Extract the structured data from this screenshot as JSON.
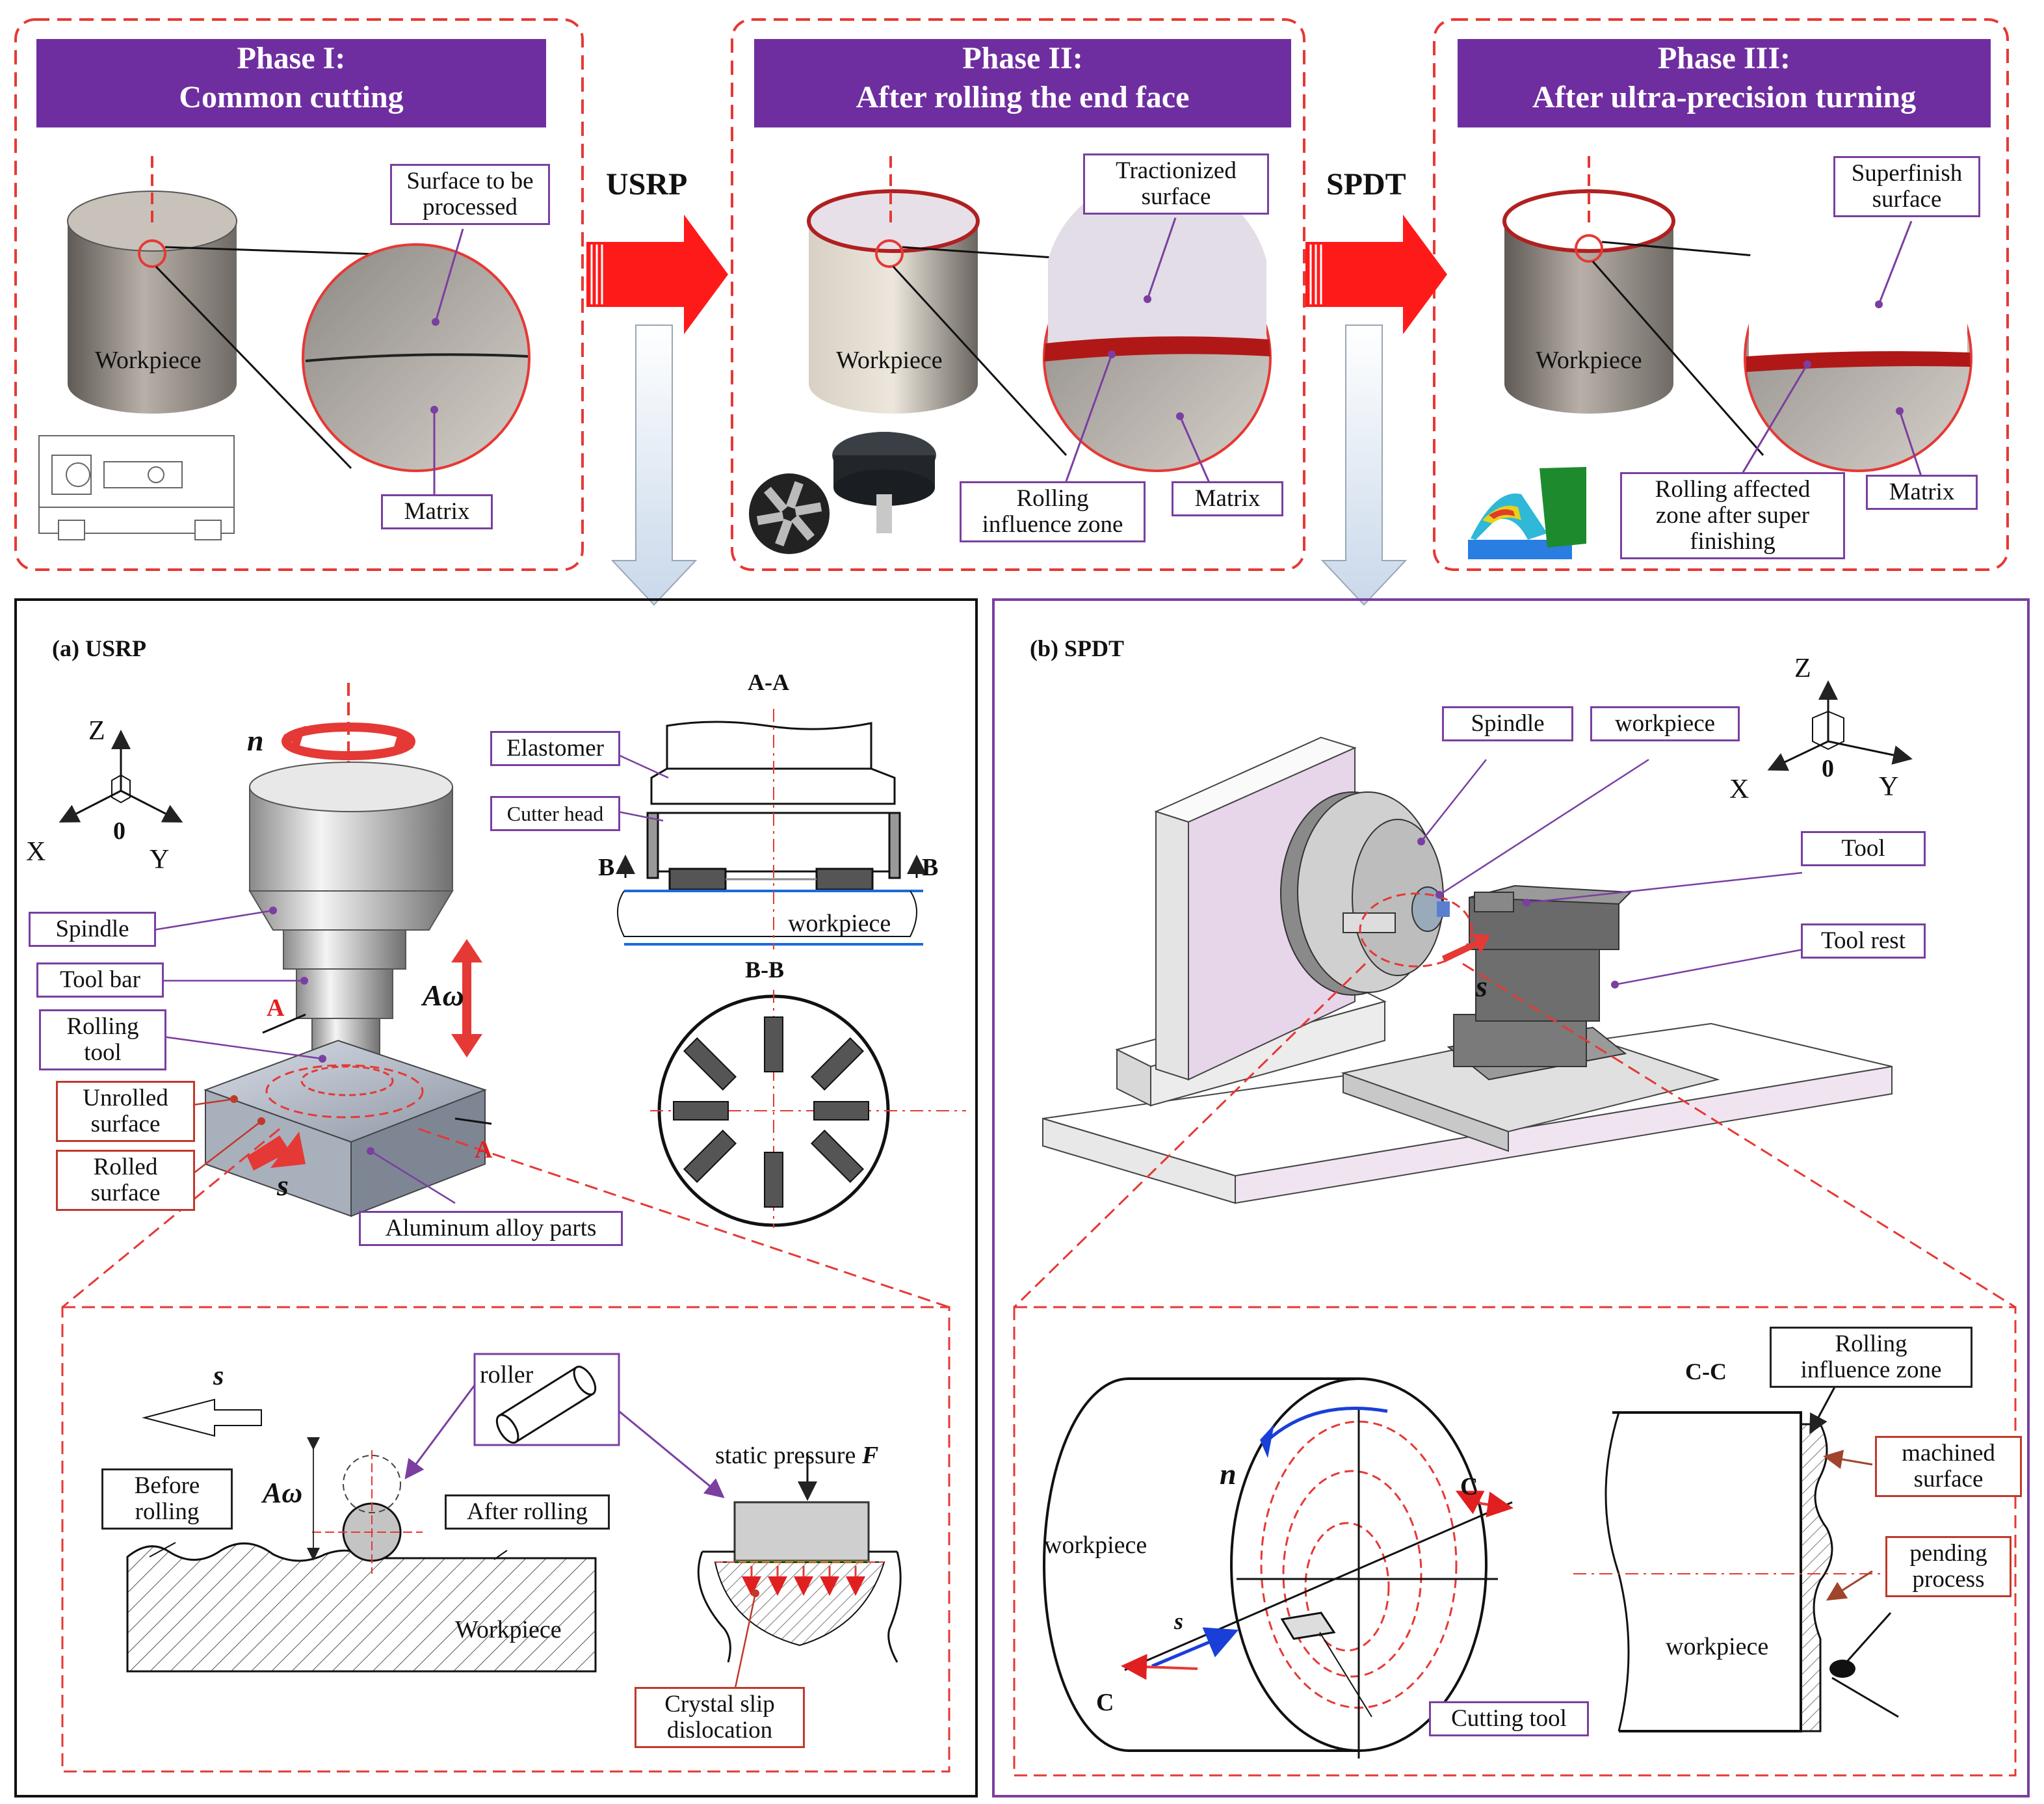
{
  "phases": [
    {
      "title": "Phase I:\nCommon cutting",
      "workpiece": "Workpiece",
      "top_label": "Surface to be\nprocessed",
      "bottom_label": "Matrix"
    },
    {
      "title": "Phase II:\nAfter rolling the end face",
      "workpiece": "Workpiece",
      "top_label": "Tractionized\nsurface",
      "zone_label": "Rolling\ninfluence zone",
      "bottom_label": "Matrix"
    },
    {
      "title": "Phase III:\nAfter ultra-precision turning",
      "workpiece": "Workpiece",
      "top_label": "Superfinish\nsurface",
      "zone_label": "Rolling affected\nzone after super\nfinishing",
      "bottom_label": "Matrix"
    }
  ],
  "process_arrows": {
    "first": "USRP",
    "second": "SPDT"
  },
  "usrp": {
    "title": "(a) USRP",
    "n": "n",
    "axis_z": "Z",
    "axis_x": "X",
    "axis_y": "Y",
    "axis_o": "0",
    "spindle": "Spindle",
    "tool_bar": "Tool bar",
    "rolling_tool": "Rolling\ntool",
    "unrolled": "Unrolled\nsurface",
    "rolled": "Rolled\nsurface",
    "parts": "Aluminum alloy parts",
    "s": "s",
    "a_omega": "Aω",
    "a_mark": "A",
    "section_aa": "A-A",
    "elastomer": "Elastomer",
    "cutter_head": "Cutter head",
    "b_mark": "B",
    "workpiece": "workpiece",
    "section_bb": "B-B",
    "detail": {
      "s": "s",
      "roller": "roller",
      "static_pressure": "static pressure ",
      "static_f": "F",
      "a_omega": "Aω",
      "before": "Before\nrolling",
      "after": "After rolling",
      "workpiece": "Workpiece",
      "crystal": "Crystal slip\ndislocation"
    }
  },
  "spdt": {
    "title": "(b) SPDT",
    "axis_z": "Z",
    "axis_x": "X",
    "axis_y": "Y",
    "axis_o": "0",
    "spindle": "Spindle",
    "workpiece": "workpiece",
    "tool": "Tool",
    "tool_rest": "Tool rest",
    "s": "s",
    "detail": {
      "n": "n",
      "c_mark": "C",
      "workpiece": "workpiece",
      "s": "s",
      "cutting_tool": "Cutting tool",
      "section_cc": "C-C",
      "rolling_zone": "Rolling\ninfluence zone",
      "machined": "machined\nsurface",
      "pending": "pending\nprocess",
      "cc_workpiece": "workpiece"
    }
  },
  "colors": {
    "purple": "#6f2ea0",
    "red_dash": "#e53935",
    "arrow_red": "#ff1a1a",
    "label_border": "#7a3fa0"
  }
}
